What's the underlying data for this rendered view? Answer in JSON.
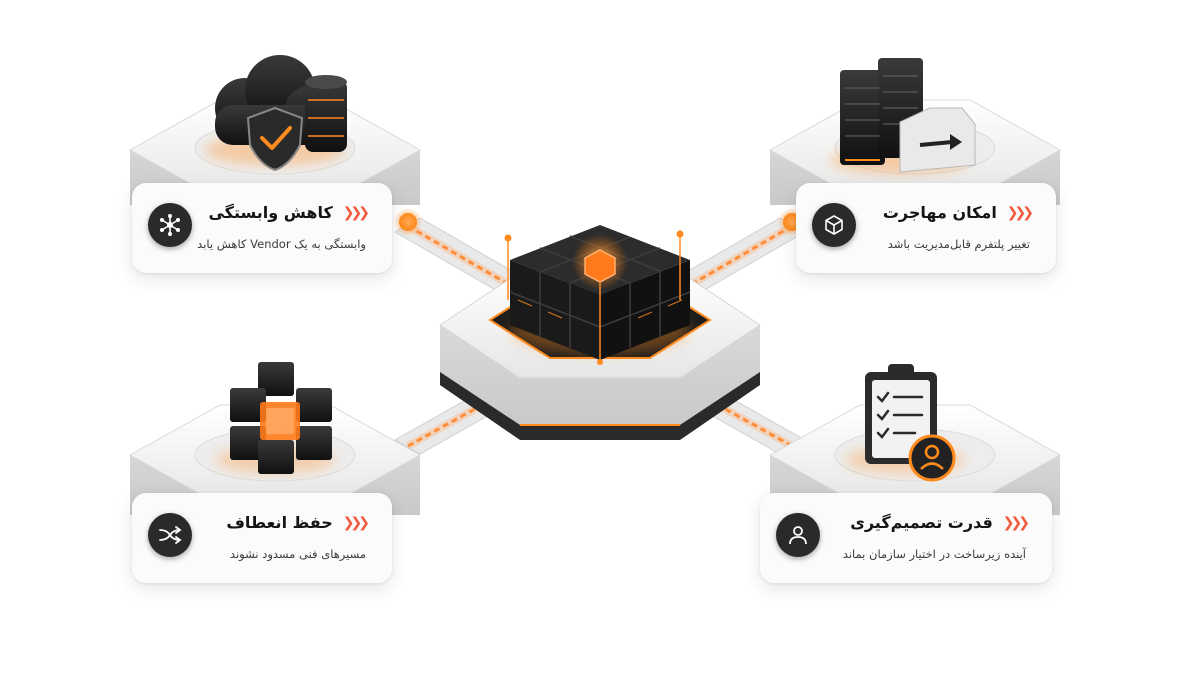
{
  "colors": {
    "accent": "#f05a3a",
    "glow": "#ff8a1e",
    "dark": "#2a2a2a",
    "card_bg": "#fbfbfb"
  },
  "cards": {
    "top_left": {
      "title": "کاهش وابستگی",
      "subtitle": "وابستگی به یک Vendor کاهش یابد",
      "icon": "network-nodes-icon"
    },
    "top_right": {
      "title": "امکان مهاجرت",
      "subtitle": "تغییر پلتفرم قابل‌مدیریت باشد",
      "icon": "cube-box-icon"
    },
    "bottom_left": {
      "title": "حفظ انعطاف",
      "subtitle": "مسیرهای فنی مسدود نشوند",
      "icon": "shuffle-arrows-icon"
    },
    "bottom_right": {
      "title": "قدرت تصمیم‌گیری",
      "subtitle": "آینده زیرساخت در اختیار سازمان بماند",
      "icon": "user-icon"
    }
  },
  "illustrations": {
    "center": "server-cube-icon",
    "top_left": "cloud-shield-database-icon",
    "top_right": "server-rack-migration-icon",
    "bottom_left": "modular-cubes-icon",
    "bottom_right": "clipboard-checklist-user-icon"
  }
}
